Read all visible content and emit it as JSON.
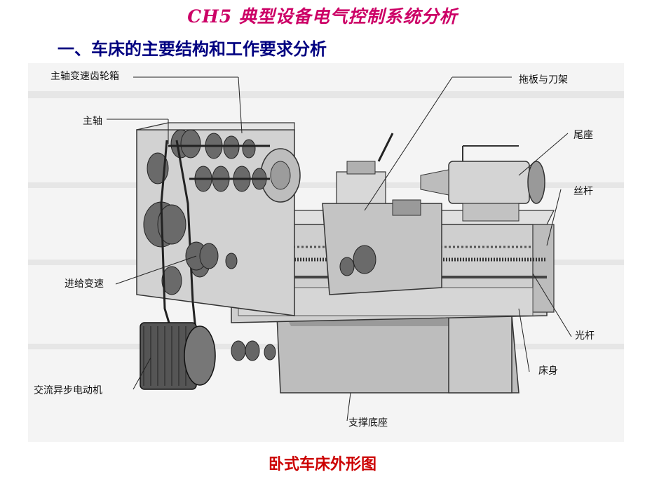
{
  "slide": {
    "title": "CH5 典型设备电气控制系统分析",
    "subtitle": "一、车床的主要结构和工作要求分析",
    "caption": "卧式车床外形图"
  },
  "labels": {
    "spindle_gearbox": "主轴变速齿轮箱",
    "spindle": "主轴",
    "feed_box": "进给变速",
    "motor": "交流异步电动机",
    "carriage": "拖板与刀架",
    "tailstock": "尾座",
    "leadscrew": "丝杆",
    "feed_rod": "光杆",
    "bed": "床身",
    "base": "支撑底座"
  },
  "colors": {
    "title": "#cc0066",
    "subtitle": "#000080",
    "caption": "#cc0000"
  }
}
